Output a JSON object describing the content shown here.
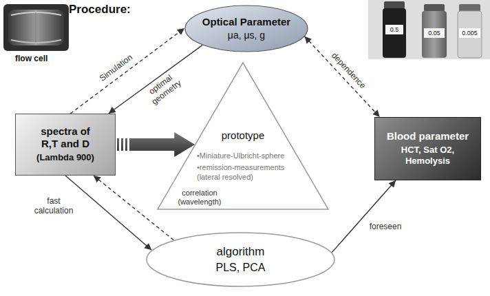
{
  "diagram": {
    "title": "Procedure:",
    "nodes": [
      {
        "text": [
          "Optical Parameter",
          "μa, μs, g"
        ]
      },
      {
        "text": [
          "spectra of R,T and D",
          "(Lambda 900)"
        ]
      },
      {
        "text": [
          "prototype",
          "•Miniature-Ulbricht-sphere",
          "•remission-measurements (lateral resolved)"
        ]
      },
      {
        "text": [
          "Blood parameter",
          "HCT, Sat O2, Hemolysis"
        ]
      },
      {
        "text": [
          "algorithm",
          "PLS, PCA"
        ]
      }
    ],
    "edges": [
      {
        "from": 1,
        "to": 0,
        "label": "Simulation",
        "arrow": "to"
      },
      {
        "from": 0,
        "to": 1,
        "label": "optimal geometry",
        "arrow": "to"
      },
      {
        "from": 0,
        "to": 3,
        "label": "dependence",
        "arrow": "both"
      },
      {
        "from": 1,
        "to": 2,
        "arrow": "to"
      },
      {
        "from": 1,
        "to": 4,
        "label": "fast calculation",
        "arrow": "to"
      },
      {
        "from": 4,
        "to": 1,
        "label": "correlation (wavelength)",
        "arrow": "to"
      },
      {
        "from": 4,
        "to": 3,
        "label": "foreseen",
        "arrow": "to"
      }
    ],
    "labels": [
      "flow cell",
      "0.5",
      "0.05",
      "0.005"
    ]
  }
}
